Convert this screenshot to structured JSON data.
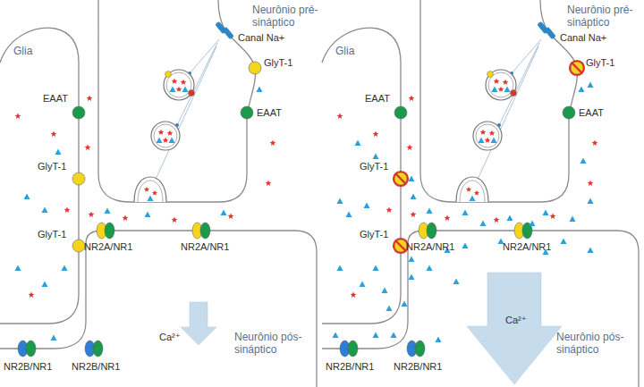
{
  "diagram": {
    "labels": [
      "Glia",
      "Neurônio pré-sináptico",
      "Canal Na+",
      "GlyT-1",
      "EAAT",
      "EAAT",
      "GlyT-1",
      "GlyT-1",
      "NR2A/NR1",
      "NR2A/NR1",
      "Ca²⁺",
      "Neurônio pós-sináptico",
      "NR2B/NR1",
      "NR2B/NR1",
      "Glia",
      "Neurônio pré-sináptico",
      "Canal Na+",
      "GlyT-1",
      "EAAT",
      "EAAT",
      "GlyT-1",
      "GlyT-1",
      "NR2A/NR1",
      "NR2A/NR1",
      "Ca²⁺",
      "Neurônio pós-sináptico",
      "NR2B/NR1",
      "NR2B/NR1"
    ]
  }
}
